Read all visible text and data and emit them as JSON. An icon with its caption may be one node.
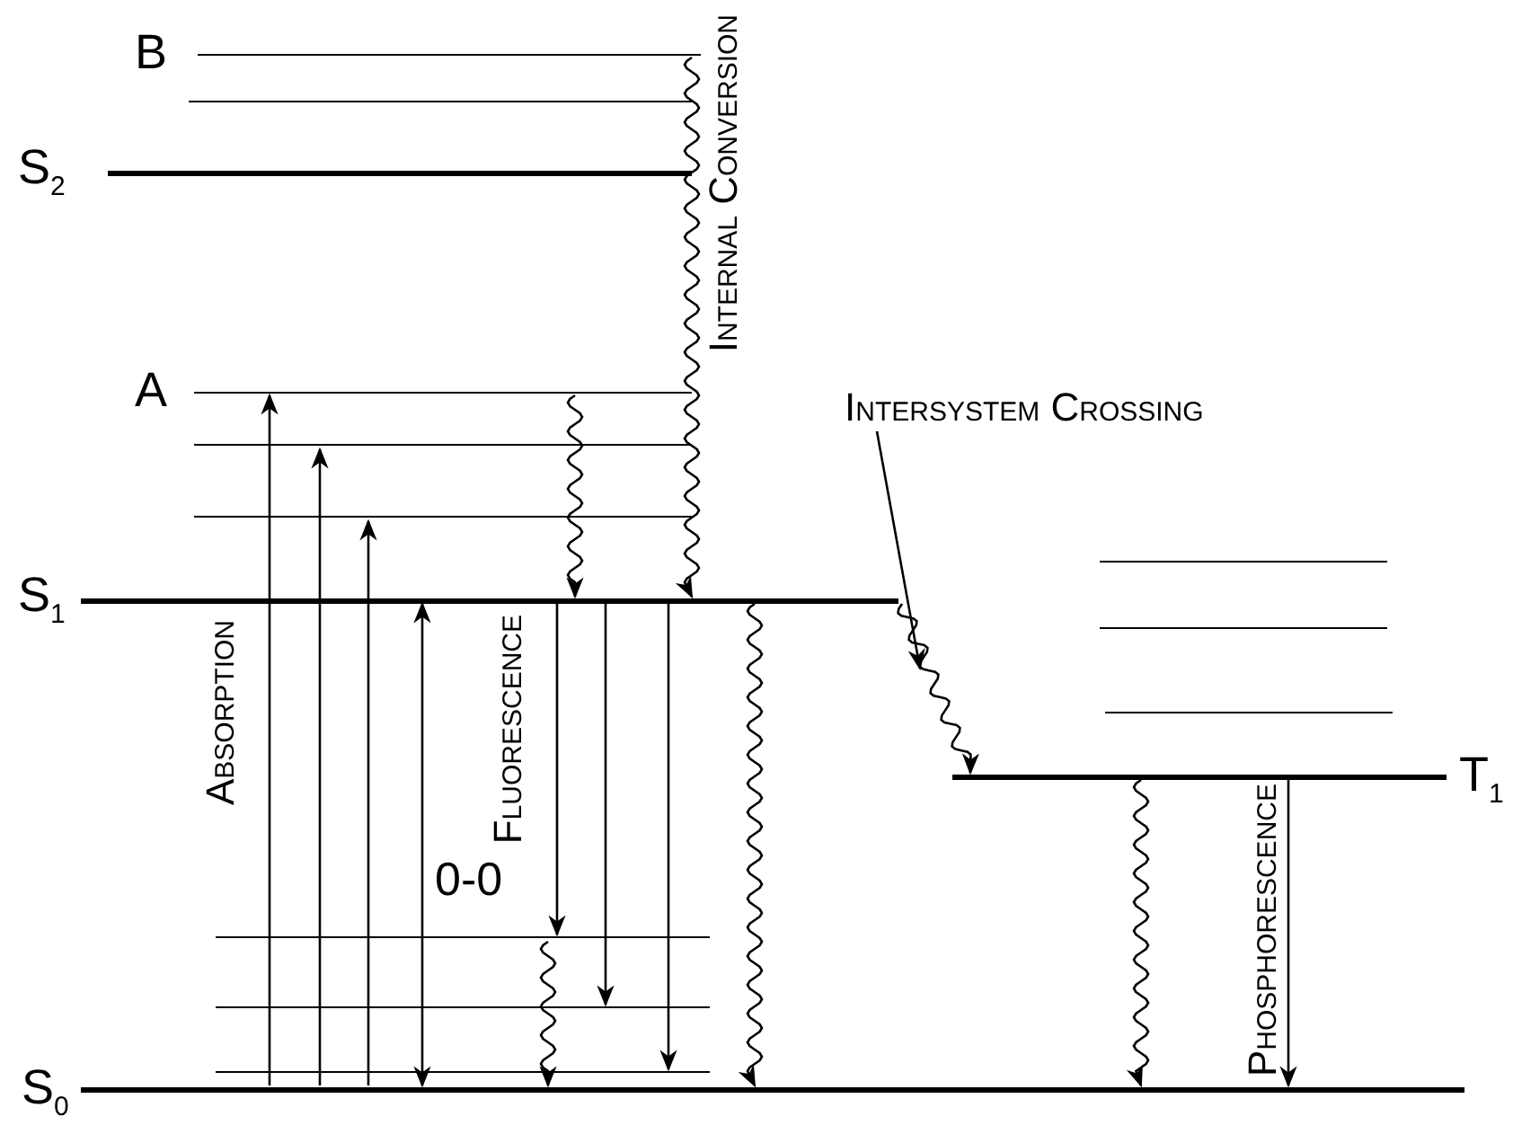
{
  "diagram": {
    "nodes": [
      {
        "text": [
          "B"
        ]
      },
      {
        "text": [],
        "shape": "bar"
      },
      {
        "text": [
          "S$_{2}$"
        ]
      },
      {
        "text": [
          "A"
        ]
      },
      {
        "text": [
          "Intersystem Crossing"
        ]
      },
      {
        "text": [],
        "shape": "bar"
      },
      {
        "text": [],
        "shape": "bar"
      },
      {
        "text": [],
        "shape": "bar"
      },
      {
        "text": [
          "S$_{1}$"
        ]
      },
      {
        "text": [],
        "shape": "bar"
      },
      {
        "text": [],
        "shape": "bar"
      },
      {
        "text": [
          "T$_{1}$"
        ]
      },
      {
        "text": [],
        "shape": "bar"
      },
      {
        "text": [],
        "shape": "bar"
      },
      {
        "text": [],
        "shape": "bar"
      },
      {
        "text": [
          "S$_{0}$"
        ]
      }
    ],
    "edges": [
      {
        "from": 15,
        "to": 3,
        "arrow": "to"
      },
      {
        "from": 15,
        "to": 5,
        "arrow": "to"
      },
      {
        "from": 15,
        "to": 6,
        "arrow": "to"
      },
      {
        "from": 8,
        "to": 15,
        "arrow": "both"
      },
      {
        "from": 8,
        "to": 12,
        "arrow": "to"
      },
      {
        "from": 8,
        "to": 13,
        "arrow": "to"
      },
      {
        "from": 8,
        "to": 14,
        "arrow": "to"
      },
      {
        "from": 0,
        "to": 8,
        "arrow": "to"
      },
      {
        "from": 3,
        "to": 8,
        "arrow": "to"
      },
      {
        "from": 8,
        "to": 15,
        "arrow": "to"
      },
      {
        "from": 8,
        "to": 11,
        "arrow": "to"
      },
      {
        "from": 4,
        "to": null,
        "arrow": "to"
      },
      {
        "from": 12,
        "to": 15,
        "arrow": "to"
      },
      {
        "from": 11,
        "to": 15,
        "arrow": "to"
      },
      {
        "from": 11,
        "to": 15,
        "arrow": "to"
      }
    ],
    "labels": [
      "Internal Conversion",
      "Absorption",
      "0-0",
      "Fluorescence",
      "Phosphorescence"
    ]
  }
}
